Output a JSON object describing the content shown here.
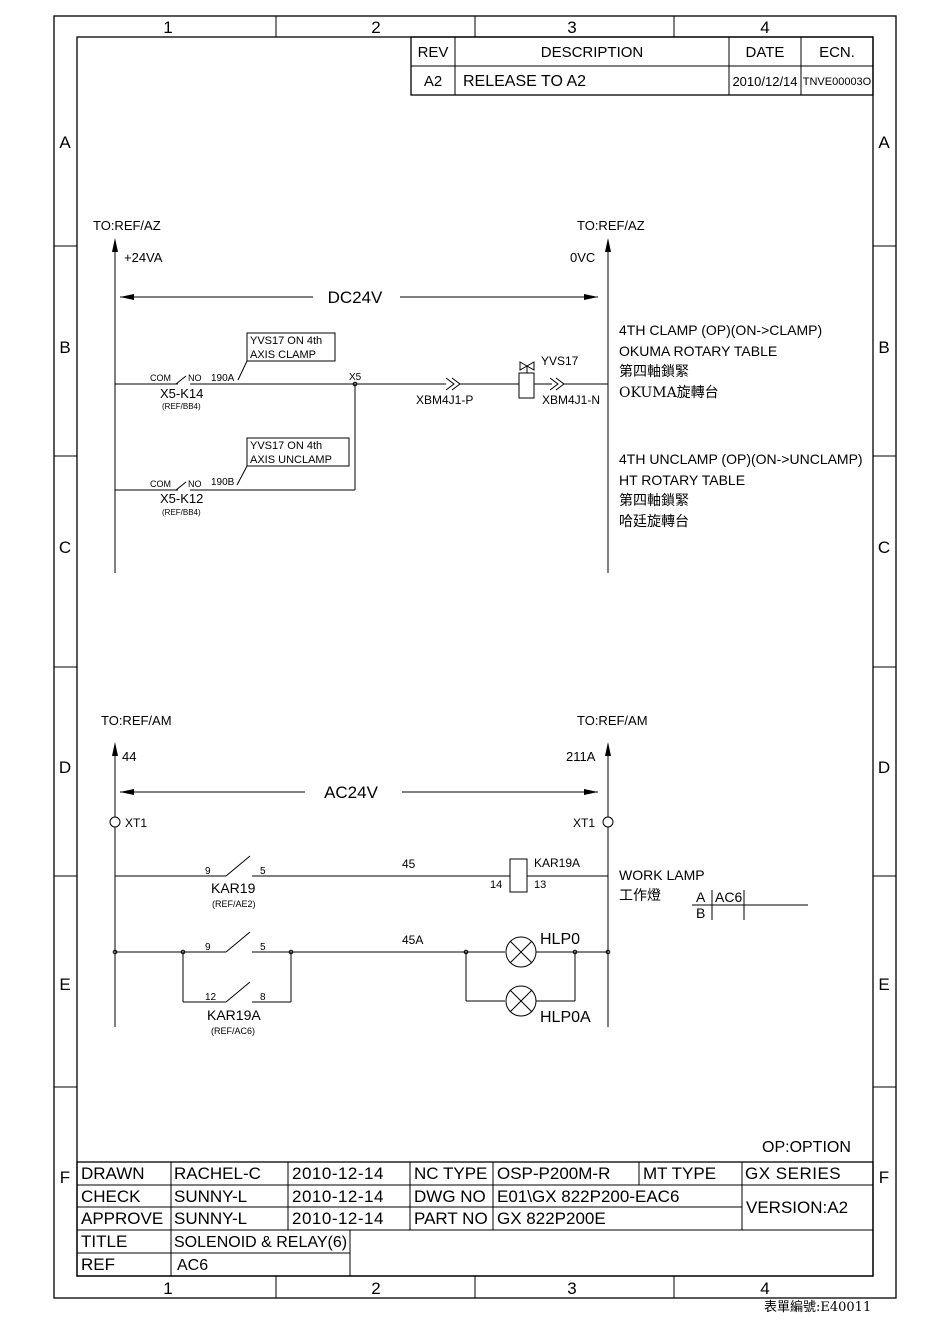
{
  "zones": {
    "cols": [
      "1",
      "2",
      "3",
      "4"
    ],
    "rows": [
      "A",
      "B",
      "C",
      "D",
      "E",
      "F"
    ]
  },
  "revision_table": {
    "headers": {
      "rev": "REV",
      "description": "DESCRIPTION",
      "date": "DATE",
      "ecn": "ECN."
    },
    "row": {
      "rev": "A2",
      "description": "RELEASE TO A2",
      "date": "2010/12/14",
      "ecn": "TNVE00003O"
    }
  },
  "dc_circuit": {
    "left_ref": "TO:REF/AZ",
    "right_ref": "TO:REF/AZ",
    "left_rail": "+24VA",
    "right_rail": "0VC",
    "voltage": "DC24V",
    "branch1": {
      "note_line1": "YVS17 ON 4th",
      "note_line2": "AXIS CLAMP",
      "contact_com": "COM",
      "contact_no": "NO",
      "wire": "190A",
      "relay": "X5-K14",
      "relay_ref": "(REF/BB4)",
      "node": "X5",
      "connector_p": "XBM4J1-P",
      "connector_n": "XBM4J1-N",
      "solenoid": "YVS17"
    },
    "branch2": {
      "note_line1": "YVS17 ON 4th",
      "note_line2": "AXIS UNCLAMP",
      "contact_com": "COM",
      "contact_no": "NO",
      "wire": "190B",
      "relay": "X5-K12",
      "relay_ref": "(REF/BB4)"
    },
    "desc1": [
      "4TH CLAMP (OP)(ON->CLAMP)",
      "OKUMA ROTARY TABLE",
      "第四軸鎖緊",
      "OKUMA旋轉台"
    ],
    "desc2": [
      "4TH UNCLAMP (OP)(ON->UNCLAMP)",
      "HT ROTARY TABLE",
      "第四軸鎖緊",
      "哈廷旋轉台"
    ]
  },
  "ac_circuit": {
    "left_ref": "TO:REF/AM",
    "right_ref": "TO:REF/AM",
    "left_rail": "44",
    "right_rail": "211A",
    "voltage": "AC24V",
    "left_terminal": "XT1",
    "right_terminal": "XT1",
    "rung1": {
      "pin_a": "9",
      "pin_b": "5",
      "relay": "KAR19",
      "relay_ref": "(REF/AE2)",
      "wire": "45",
      "coil": "KAR19A",
      "coil_pin_a": "14",
      "coil_pin_b": "13"
    },
    "rung2": {
      "pin_a": "9",
      "pin_b": "5",
      "pin_c": "12",
      "pin_d": "8",
      "relay": "KAR19A",
      "relay_ref": "(REF/AC6)",
      "wire": "45A",
      "lamp1": "HLP0",
      "lamp2": "HLP0A"
    },
    "work_lamp": "WORK LAMP",
    "work_lamp_cn": "工作燈",
    "xref_a": "A",
    "xref_b": "B",
    "xref_val": "AC6"
  },
  "option_note": "OP:OPTION",
  "title_block": {
    "drawn_label": "DRAWN",
    "drawn_by": "RACHEL-C",
    "drawn_date": "2010-12-14",
    "check_label": "CHECK",
    "check_by": "SUNNY-L",
    "check_date": "2010-12-14",
    "approve_label": "APPROVE",
    "approve_by": "SUNNY-L",
    "approve_date": "2010-12-14",
    "nc_type_label": "NC TYPE",
    "nc_type": "OSP-P200M-R",
    "mt_type_label": "MT TYPE",
    "series": "GX SERIES",
    "dwg_no_label": "DWG NO",
    "dwg_no": "E01\\GX 822P200-EAC6",
    "part_no_label": "PART NO",
    "part_no": "GX 822P200E",
    "version": "VERSION:A2",
    "title_label": "TITLE",
    "title": "SOLENOID & RELAY(6)",
    "ref_label": "REF",
    "ref": "AC6"
  },
  "form_no": "表單編號:E40011"
}
